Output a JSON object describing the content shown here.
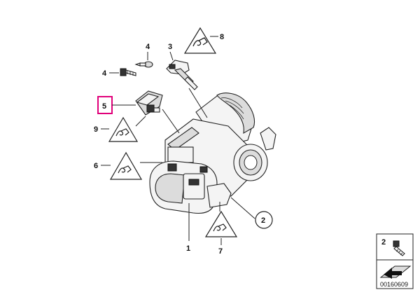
{
  "callouts": {
    "c1": "1",
    "c2": "2",
    "c3": "3",
    "c4a": "4",
    "c4b": "4",
    "c5": "5",
    "c6": "6",
    "c7": "7",
    "c8": "8",
    "c9": "9"
  },
  "legend": {
    "item": "2",
    "diagram_id": "00160609"
  },
  "colors": {
    "highlight": "#e0007a",
    "line": "#222222"
  },
  "icons": {
    "warning": "warning-triangle-icon",
    "arrow": "arrow-plate-icon",
    "bolt": "bolt-icon"
  }
}
